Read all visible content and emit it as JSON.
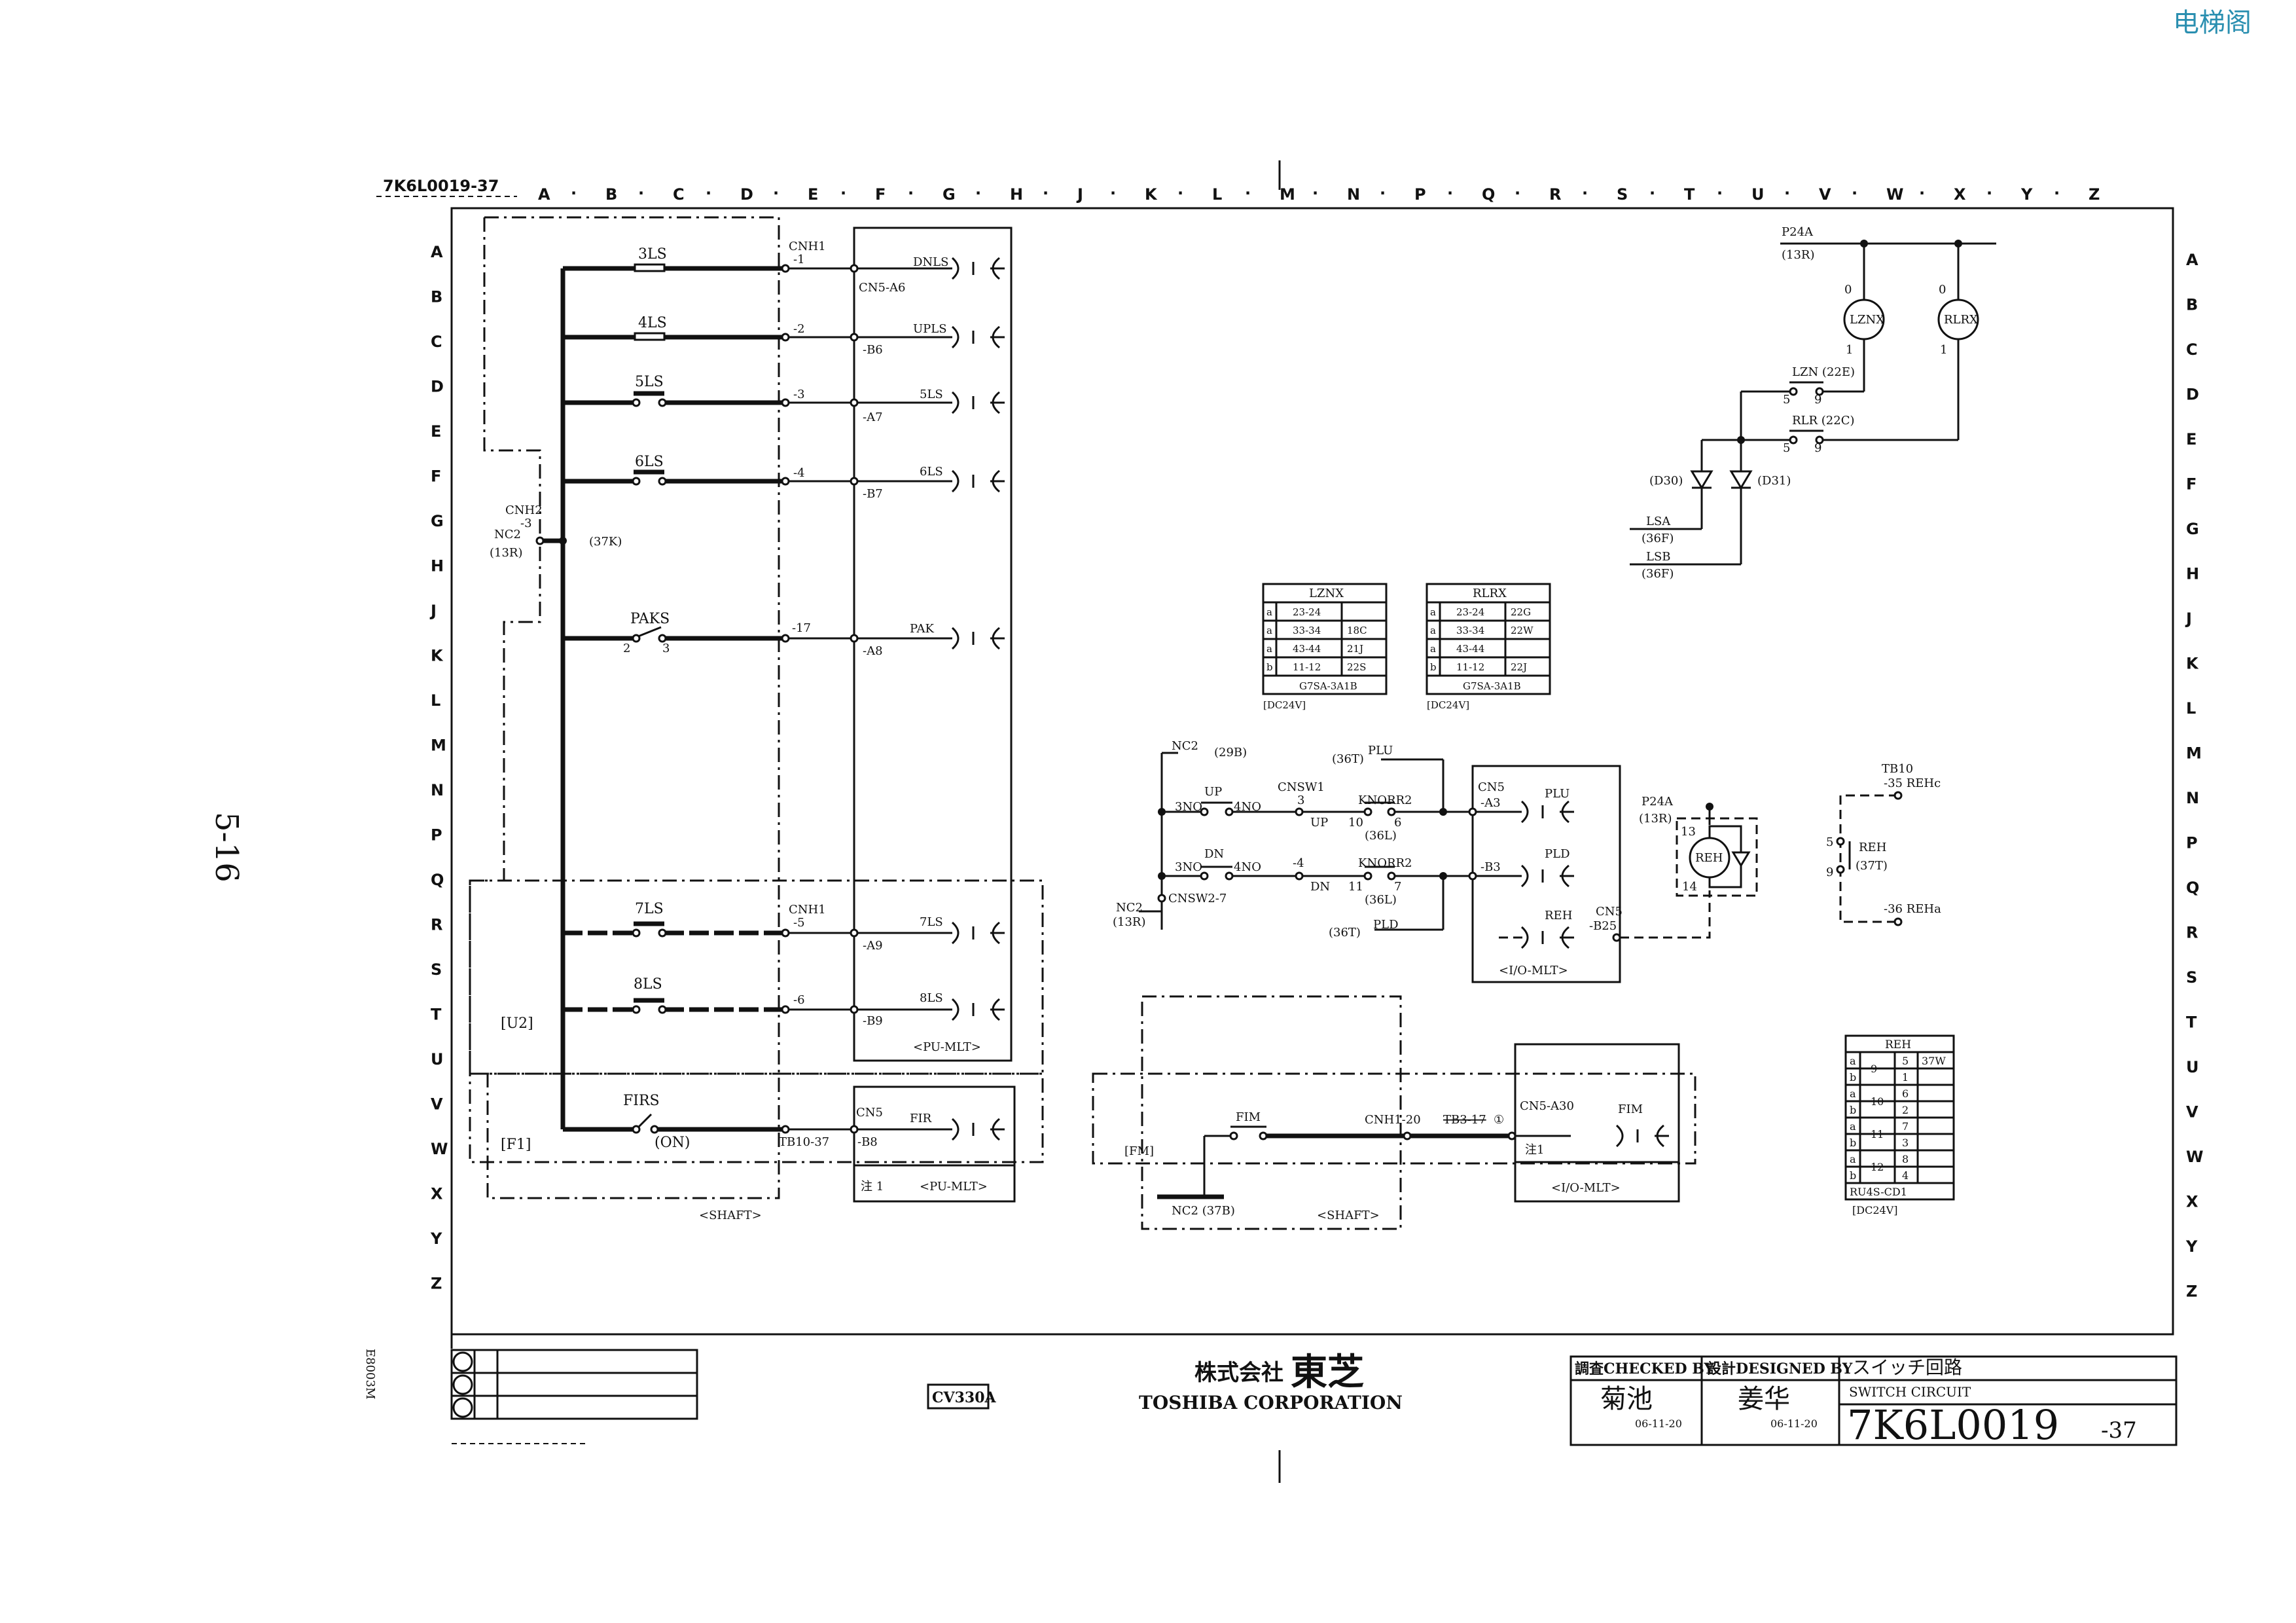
{
  "watermark": "电梯阁",
  "page_number": "5-16",
  "doc_number_small": "7K6L0019-37",
  "column_letters": [
    "A",
    "B",
    "C",
    "D",
    "E",
    "F",
    "G",
    "H",
    "J",
    "K",
    "L",
    "M",
    "N",
    "P",
    "Q",
    "R",
    "S",
    "T",
    "U",
    "V",
    "W",
    "X",
    "Y",
    "Z"
  ],
  "row_letters": [
    "A",
    "B",
    "C",
    "D",
    "E",
    "F",
    "G",
    "H",
    "J",
    "K",
    "L",
    "M",
    "N",
    "P",
    "Q",
    "R",
    "S",
    "T",
    "U",
    "V",
    "W",
    "X",
    "Y",
    "Z"
  ],
  "labels": {
    "sw_3ls": "3LS",
    "sw_4ls": "4LS",
    "sw_5ls": "5LS",
    "sw_6ls": "6LS",
    "sw_paks": "PAKS",
    "sw_7ls": "7LS",
    "sw_8ls": "8LS",
    "sw_firs": "FIRS",
    "paks_2": "2",
    "paks_3": "3",
    "firs_on": "(ON)",
    "cnh1_top": "CNH1",
    "cnh1_1": "-1",
    "cnh1_2": "-2",
    "cnh1_3": "-3",
    "cnh1_4": "-4",
    "cnh1_17": "-17",
    "cnh1_mid": "CNH1",
    "cnh1_5": "-5",
    "cnh1_6": "-6",
    "tb10_37": "TB10-37",
    "cn5_a6": "CN5-A6",
    "b6": "-B6",
    "a7": "-A7",
    "b7": "-B7",
    "a8": "-A8",
    "a9": "-A9",
    "b9": "-B9",
    "cn5_f": "CN5",
    "b8": "-B8",
    "dnls": "DNLS",
    "upls": "UPLS",
    "r_5ls": "5LS",
    "r_6ls": "6LS",
    "r_pak": "PAK",
    "r_7ls": "7LS",
    "r_8ls": "8LS",
    "r_fir": "FIR",
    "cnh2": "CNH2",
    "cnh2_3": "-3",
    "nc2_left": "NC2",
    "r13_left": "(13R)",
    "k37": "(37K)",
    "pu_mlt_1": "<PU-MLT>",
    "pu_mlt_2": "<PU-MLT>",
    "note1_a": "注 1",
    "shaft_1": "<SHAFT>",
    "u2": "[U2]",
    "f1": "[F1]",
    "p24a_top": "P24A",
    "r13_top": "(13R)",
    "lznx": "LZNX",
    "rlrx": "RLRX",
    "zero_1": "0",
    "zero_2": "0",
    "one_1": "1",
    "one_2": "1",
    "lzn_22e": "LZN (22E)",
    "rlr_22c": "RLR (22C)",
    "c5a": "5",
    "c9a": "9",
    "c5b": "5",
    "c9b": "9",
    "d30": "(D30)",
    "d31": "(D31)",
    "lsa": "LSA",
    "lsa_36f": "(36F)",
    "lsb": "LSB",
    "lsb_36f": "(36F)",
    "nc2_mid": "NC2",
    "b29": "(29B)",
    "t36_plu": "(36T)",
    "plu_top": "PLU",
    "cnsw1": "CNSW1",
    "cnsw1_3": "3",
    "up_top": "UP",
    "up_mid": "UP",
    "n3no_a": "3NO",
    "n4no_a": "4NO",
    "knorr2_a": "KNORR2",
    "k10": "10",
    "k6": "6",
    "l36_a": "(36L)",
    "dn_top": "DN",
    "n3no_b": "3NO",
    "n4no_b": "4NO",
    "cnsw1_4": "-4",
    "dn_mid": "DN",
    "knorr2_b": "KNORR2",
    "k11": "11",
    "k7": "7",
    "l36_b": "(36L)",
    "nc2_cr": "NC2",
    "r13_cr": "(13R)",
    "cnsw2_7": "CNSW2-7",
    "t36_pld": "(36T)",
    "pld_bot": "PLD",
    "cn5_io": "CN5",
    "a3": "-A3",
    "b3": "-B3",
    "plu_r": "PLU",
    "pld_r": "PLD",
    "reh_r": "REH",
    "cn5_b25a": "CN5",
    "cn5_b25b": "-B25",
    "io_mlt_1": "<I/O-MLT>",
    "p24a_reh": "P24A",
    "r13_reh": "(13R)",
    "reh_13": "13",
    "reh_14": "14",
    "reh_coil": "REH",
    "tb10_r": "TB10",
    "tb10_35": "-35 REHc",
    "reh_sw": "REH",
    "t37": "(37T)",
    "reh_5": "5",
    "reh_9": "9",
    "tb10_36": "-36 REHa",
    "fm": "[FM]",
    "fim": "FIM",
    "nc2_37b": "NC2 (37B)",
    "cnh1_20": "CNH1-20",
    "tb_struck": "TB3-17",
    "circ1": "①",
    "cn5_a30": "CN5-A30",
    "fim_r": "FIM",
    "note1_b": "注1",
    "io_mlt_2": "<I/O-MLT>",
    "shaft_2": "<SHAFT>",
    "cv330a": "CV330A",
    "toshiba_jp_a": "株式会社",
    "toshiba_jp_b": "東芝",
    "toshiba_en": "TOSHIBA CORPORATION",
    "checked_by": "調査CHECKED BY",
    "designed_by": "設計DESIGNED BY",
    "checker": "菊池",
    "designer": "姜华",
    "date_a": "06-11-20",
    "date_b": "06-11-20",
    "title_jp": "スイッチ回路",
    "title_en": "SWITCH CIRCUIT",
    "doc_main": "7K6L0019",
    "doc_suffix": "-37",
    "side_code": "E8003M"
  },
  "relay_tables": [
    {
      "title": "LZNX",
      "rows": [
        [
          "a",
          "23-24",
          ""
        ],
        [
          "a",
          "33-34",
          "18C"
        ],
        [
          "a",
          "43-44",
          "21J"
        ],
        [
          "b",
          "11-12",
          "22S"
        ]
      ],
      "part": "G7SA-3A1B",
      "volt": "[DC24V]"
    },
    {
      "title": "RLRX",
      "rows": [
        [
          "a",
          "23-24",
          "22G"
        ],
        [
          "a",
          "33-34",
          "22W"
        ],
        [
          "a",
          "43-44",
          ""
        ],
        [
          "b",
          "11-12",
          "22J"
        ]
      ],
      "part": "G7SA-3A1B",
      "volt": "[DC24V]"
    }
  ],
  "reh_table": {
    "title": "REH",
    "rows": [
      [
        "a",
        "9",
        "5",
        "37W"
      ],
      [
        "b",
        "",
        "1",
        ""
      ],
      [
        "a",
        "10",
        "6",
        ""
      ],
      [
        "b",
        "",
        "2",
        ""
      ],
      [
        "a",
        "11",
        "7",
        ""
      ],
      [
        "b",
        "",
        "3",
        ""
      ],
      [
        "a",
        "12",
        "8",
        ""
      ],
      [
        "b",
        "",
        "4",
        ""
      ]
    ],
    "part": "RU4S-CD1",
    "volt": "[DC24V]"
  }
}
